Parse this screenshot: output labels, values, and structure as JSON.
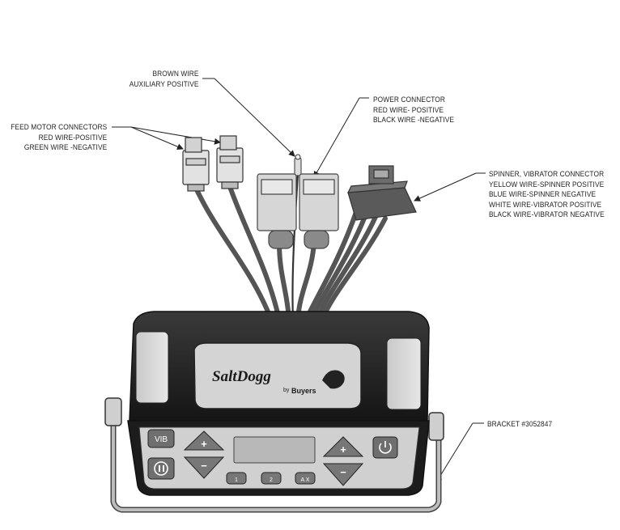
{
  "labels": {
    "feed_motor": {
      "title": "FEED MOTOR CONNECTORS",
      "line1": "RED WIRE-POSITIVE",
      "line2": "GREEN WIRE -NEGATIVE"
    },
    "brown_wire": {
      "title": "BROWN WIRE",
      "line1": "AUXILIARY POSITIVE"
    },
    "power_connector": {
      "title": "POWER CONNECTOR",
      "line1": "RED WIRE- POSITIVE",
      "line2": "BLACK WIRE -NEGATIVE"
    },
    "spinner_vibrator": {
      "title": "SPINNER, VIBRATOR CONNECTOR",
      "line1": "YELLOW WIRE-SPINNER POSITIVE",
      "line2": "BLUE WIRE-SPINNER NEGATIVE",
      "line3": "WHITE WIRE-VIBRATOR POSITIVE",
      "line4": "BLACK WIRE-VIBRATOR NEGATIVE"
    },
    "bracket": {
      "title": "BRACKET #3052847"
    }
  },
  "controller": {
    "logo_main": "SaltDogg",
    "logo_sub": "by",
    "logo_brand": "Buyers",
    "buttons": {
      "vib": "VIB",
      "plus": "+",
      "minus": "−",
      "btn1": "1",
      "btn2": "2",
      "btn3": "A X"
    }
  }
}
